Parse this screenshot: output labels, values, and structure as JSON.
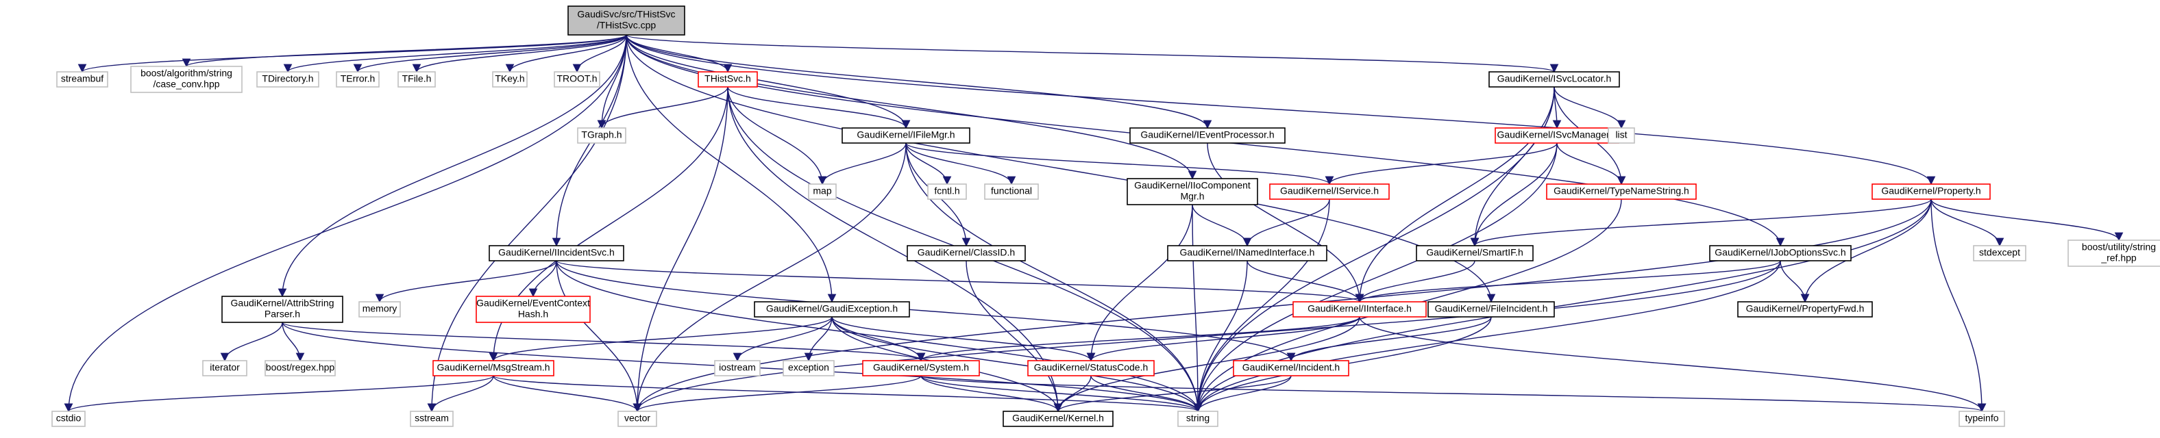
{
  "colors": {
    "edge": "#191970",
    "root_fill": "#bfbfbf",
    "system_header_border": "#bfbfbf",
    "truncated_border": "#ff0000",
    "normal_border": "#000000"
  },
  "nodes": [
    {
      "id": "root",
      "lines": [
        "GaudiSvc/src/THistSvc",
        "/THistSvc.cpp"
      ],
      "style": "root"
    },
    {
      "id": "cstdio",
      "lines": [
        "cstdio"
      ],
      "style": "sys"
    },
    {
      "id": "streambuf",
      "lines": [
        "streambuf"
      ],
      "style": "sys"
    },
    {
      "id": "casecon",
      "lines": [
        "boost/algorithm/string",
        "/case_conv.hpp"
      ],
      "style": "sys"
    },
    {
      "id": "tdirectory",
      "lines": [
        "TDirectory.h"
      ],
      "style": "sys"
    },
    {
      "id": "terror",
      "lines": [
        "TError.h"
      ],
      "style": "sys"
    },
    {
      "id": "tfile",
      "lines": [
        "TFile.h"
      ],
      "style": "sys"
    },
    {
      "id": "tkey",
      "lines": [
        "TKey.h"
      ],
      "style": "sys"
    },
    {
      "id": "troot",
      "lines": [
        "TROOT.h"
      ],
      "style": "sys"
    },
    {
      "id": "thistsvch",
      "lines": [
        "THistSvc.h"
      ],
      "style": "more"
    },
    {
      "id": "tgraph",
      "lines": [
        "TGraph.h"
      ],
      "style": "sys"
    },
    {
      "id": "ifilemgr",
      "lines": [
        "GaudiKernel/IFileMgr.h"
      ],
      "style": "plain"
    },
    {
      "id": "map",
      "lines": [
        "map"
      ],
      "style": "sys"
    },
    {
      "id": "fcntl",
      "lines": [
        "fcntl.h"
      ],
      "style": "sys"
    },
    {
      "id": "functional",
      "lines": [
        "functional"
      ],
      "style": "sys"
    },
    {
      "id": "classid",
      "lines": [
        "GaudiKernel/ClassID.h"
      ],
      "style": "plain"
    },
    {
      "id": "ieventproc",
      "lines": [
        "GaudiKernel/IEventProcessor.h"
      ],
      "style": "plain"
    },
    {
      "id": "iocomp",
      "lines": [
        "GaudiKernel/IIoComponent",
        "Mgr.h"
      ],
      "style": "plain"
    },
    {
      "id": "iservice",
      "lines": [
        "GaudiKernel/IService.h"
      ],
      "style": "more"
    },
    {
      "id": "inamed",
      "lines": [
        "GaudiKernel/INamedInterface.h"
      ],
      "style": "plain"
    },
    {
      "id": "isvcloc",
      "lines": [
        "GaudiKernel/ISvcLocator.h"
      ],
      "style": "plain"
    },
    {
      "id": "isvcmgr",
      "lines": [
        "GaudiKernel/ISvcManager.h"
      ],
      "style": "more"
    },
    {
      "id": "list",
      "lines": [
        "list"
      ],
      "style": "sys"
    },
    {
      "id": "typename",
      "lines": [
        "GaudiKernel/TypeNameString.h"
      ],
      "style": "more"
    },
    {
      "id": "smartif",
      "lines": [
        "GaudiKernel/SmartIF.h"
      ],
      "style": "plain"
    },
    {
      "id": "property",
      "lines": [
        "GaudiKernel/Property.h"
      ],
      "style": "more"
    },
    {
      "id": "stdexcept",
      "lines": [
        "stdexcept"
      ],
      "style": "sys"
    },
    {
      "id": "stringref",
      "lines": [
        "boost/utility/string",
        "_ref.hpp"
      ],
      "style": "sys"
    },
    {
      "id": "ijobopt",
      "lines": [
        "GaudiKernel/IJobOptionsSvc.h"
      ],
      "style": "plain"
    },
    {
      "id": "propfwd",
      "lines": [
        "GaudiKernel/PropertyFwd.h"
      ],
      "style": "plain"
    },
    {
      "id": "iincident",
      "lines": [
        "GaudiKernel/IIncidentSvc.h"
      ],
      "style": "plain"
    },
    {
      "id": "memory",
      "lines": [
        "memory"
      ],
      "style": "sys"
    },
    {
      "id": "evctxhash",
      "lines": [
        "GaudiKernel/EventContext",
        "Hash.h"
      ],
      "style": "more"
    },
    {
      "id": "iinterface",
      "lines": [
        "GaudiKernel/IInterface.h"
      ],
      "style": "more"
    },
    {
      "id": "fileinc",
      "lines": [
        "GaudiKernel/FileIncident.h"
      ],
      "style": "plain"
    },
    {
      "id": "attrib",
      "lines": [
        "GaudiKernel/AttribString",
        "Parser.h"
      ],
      "style": "plain"
    },
    {
      "id": "iterator",
      "lines": [
        "iterator"
      ],
      "style": "sys"
    },
    {
      "id": "regex",
      "lines": [
        "boost/regex.hpp"
      ],
      "style": "sys"
    },
    {
      "id": "gaudiexc",
      "lines": [
        "GaudiKernel/GaudiException.h"
      ],
      "style": "plain"
    },
    {
      "id": "iostream",
      "lines": [
        "iostream"
      ],
      "style": "sys"
    },
    {
      "id": "exception",
      "lines": [
        "exception"
      ],
      "style": "sys"
    },
    {
      "id": "msgstream",
      "lines": [
        "GaudiKernel/MsgStream.h"
      ],
      "style": "more"
    },
    {
      "id": "system",
      "lines": [
        "GaudiKernel/System.h"
      ],
      "style": "more"
    },
    {
      "id": "statuscode",
      "lines": [
        "GaudiKernel/StatusCode.h"
      ],
      "style": "more"
    },
    {
      "id": "incident",
      "lines": [
        "GaudiKernel/Incident.h"
      ],
      "style": "more"
    },
    {
      "id": "sstream",
      "lines": [
        "sstream"
      ],
      "style": "sys"
    },
    {
      "id": "vector",
      "lines": [
        "vector"
      ],
      "style": "sys"
    },
    {
      "id": "kernel",
      "lines": [
        "GaudiKernel/Kernel.h"
      ],
      "style": "plain"
    },
    {
      "id": "string",
      "lines": [
        "string"
      ],
      "style": "sys"
    },
    {
      "id": "typeinfo",
      "lines": [
        "typeinfo"
      ],
      "style": "sys"
    }
  ],
  "edges": [
    [
      "root",
      "cstdio"
    ],
    [
      "root",
      "streambuf"
    ],
    [
      "root",
      "casecon"
    ],
    [
      "root",
      "tdirectory"
    ],
    [
      "root",
      "terror"
    ],
    [
      "root",
      "tfile"
    ],
    [
      "root",
      "tkey"
    ],
    [
      "root",
      "troot"
    ],
    [
      "root",
      "thistsvch"
    ],
    [
      "root",
      "tgraph"
    ],
    [
      "root",
      "ifilemgr"
    ],
    [
      "root",
      "ieventproc"
    ],
    [
      "root",
      "iocomp"
    ],
    [
      "root",
      "isvcloc"
    ],
    [
      "root",
      "property"
    ],
    [
      "root",
      "ijobopt"
    ],
    [
      "root",
      "iincident"
    ],
    [
      "root",
      "fileinc"
    ],
    [
      "root",
      "attrib"
    ],
    [
      "root",
      "gaudiexc"
    ],
    [
      "root",
      "sstream"
    ],
    [
      "thistsvch",
      "tgraph"
    ],
    [
      "thistsvch",
      "ifilemgr"
    ],
    [
      "thistsvch",
      "map"
    ],
    [
      "thistsvch",
      "msgstream"
    ],
    [
      "thistsvch",
      "vector"
    ],
    [
      "thistsvch",
      "string"
    ],
    [
      "thistsvch",
      "kernel"
    ],
    [
      "ifilemgr",
      "map"
    ],
    [
      "ifilemgr",
      "fcntl"
    ],
    [
      "ifilemgr",
      "functional"
    ],
    [
      "ifilemgr",
      "classid"
    ],
    [
      "ifilemgr",
      "iservice"
    ],
    [
      "ifilemgr",
      "vector"
    ],
    [
      "ifilemgr",
      "string"
    ],
    [
      "classid",
      "kernel"
    ],
    [
      "ieventproc",
      "iinterface"
    ],
    [
      "iocomp",
      "inamed"
    ],
    [
      "iocomp",
      "statuscode"
    ],
    [
      "iocomp",
      "string"
    ],
    [
      "iservice",
      "inamed"
    ],
    [
      "iservice",
      "string"
    ],
    [
      "inamed",
      "iinterface"
    ],
    [
      "inamed",
      "string"
    ],
    [
      "isvcloc",
      "isvcmgr"
    ],
    [
      "isvcloc",
      "list"
    ],
    [
      "isvcloc",
      "typename"
    ],
    [
      "isvcloc",
      "smartif"
    ],
    [
      "isvcloc",
      "iinterface"
    ],
    [
      "isvcloc",
      "string"
    ],
    [
      "isvcmgr",
      "iservice"
    ],
    [
      "isvcmgr",
      "typename"
    ],
    [
      "isvcmgr",
      "smartif"
    ],
    [
      "isvcmgr",
      "string"
    ],
    [
      "typename",
      "string"
    ],
    [
      "smartif",
      "iinterface"
    ],
    [
      "property",
      "smartif"
    ],
    [
      "property",
      "stdexcept"
    ],
    [
      "property",
      "stringref"
    ],
    [
      "property",
      "propfwd"
    ],
    [
      "property",
      "typeinfo"
    ],
    [
      "property",
      "vector"
    ],
    [
      "property",
      "string"
    ],
    [
      "ijobopt",
      "iinterface"
    ],
    [
      "ijobopt",
      "propfwd"
    ],
    [
      "ijobopt",
      "vector"
    ],
    [
      "ijobopt",
      "string"
    ],
    [
      "iincident",
      "memory"
    ],
    [
      "iincident",
      "evctxhash"
    ],
    [
      "iincident",
      "iinterface"
    ],
    [
      "iincident",
      "vector"
    ],
    [
      "iincident",
      "string"
    ],
    [
      "iincident",
      "incident"
    ],
    [
      "iinterface",
      "system"
    ],
    [
      "iinterface",
      "statuscode"
    ],
    [
      "iinterface",
      "kernel"
    ],
    [
      "iinterface",
      "typeinfo"
    ],
    [
      "fileinc",
      "incident"
    ],
    [
      "fileinc",
      "string"
    ],
    [
      "attrib",
      "iterator"
    ],
    [
      "attrib",
      "regex"
    ],
    [
      "attrib",
      "system"
    ],
    [
      "attrib",
      "string"
    ],
    [
      "gaudiexc",
      "iostream"
    ],
    [
      "gaudiexc",
      "exception"
    ],
    [
      "gaudiexc",
      "msgstream"
    ],
    [
      "gaudiexc",
      "system"
    ],
    [
      "gaudiexc",
      "statuscode"
    ],
    [
      "gaudiexc",
      "kernel"
    ],
    [
      "gaudiexc",
      "string"
    ],
    [
      "msgstream",
      "cstdio"
    ],
    [
      "msgstream",
      "sstream"
    ],
    [
      "msgstream",
      "vector"
    ],
    [
      "msgstream",
      "string"
    ],
    [
      "system",
      "kernel"
    ],
    [
      "system",
      "string"
    ],
    [
      "system",
      "vector"
    ],
    [
      "system",
      "typeinfo"
    ],
    [
      "statuscode",
      "kernel"
    ],
    [
      "statuscode",
      "string"
    ],
    [
      "incident",
      "kernel"
    ],
    [
      "incident",
      "string"
    ]
  ]
}
